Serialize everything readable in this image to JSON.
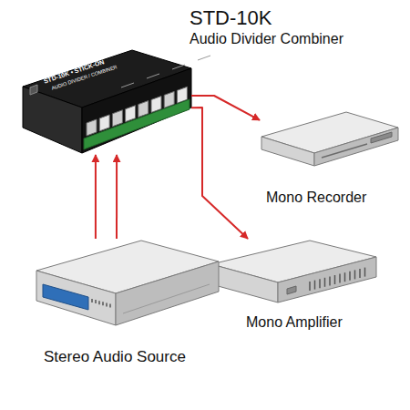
{
  "diagram": {
    "nodes": [
      {
        "text": [
          "STD-10K",
          "Audio Divider Combiner"
        ]
      },
      {
        "text": [
          "Mono Recorder"
        ]
      },
      {
        "text": [
          "Mono Amplifier"
        ]
      },
      {
        "text": [
          "Stereo Audio Source"
        ]
      }
    ],
    "edges": [
      {
        "from": 3,
        "to": 0,
        "arrow": "to"
      },
      {
        "from": 3,
        "to": 0,
        "arrow": "to"
      },
      {
        "from": 0,
        "to": 1,
        "arrow": "to"
      },
      {
        "from": 0,
        "to": 2,
        "arrow": "to"
      }
    ],
    "labels": [
      "STD-10K • STICK-ON",
      "AUDIO DIVIDER / COMBINER"
    ]
  }
}
